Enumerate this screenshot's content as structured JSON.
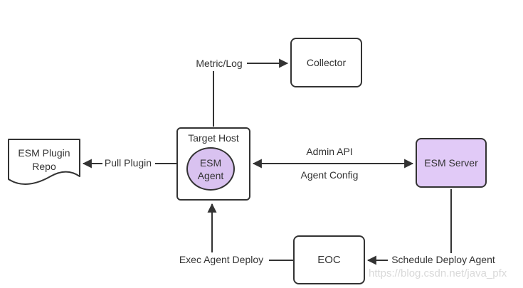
{
  "diagram": {
    "nodes": {
      "collector": {
        "label": "Collector"
      },
      "target_host": {
        "label": "Target Host"
      },
      "esm_agent": {
        "label": "ESM\nAgent"
      },
      "esm_plugin_repo": {
        "label": "ESM Plugin\nRepo"
      },
      "esm_server": {
        "label": "ESM Server"
      },
      "eoc": {
        "label": "EOC"
      }
    },
    "edges": {
      "metric_log": {
        "label": "Metric/Log"
      },
      "pull_plugin": {
        "label": "Pull Plugin"
      },
      "admin_api": {
        "label": "Admin API"
      },
      "agent_config": {
        "label": "Agent Config"
      },
      "exec_agent_deploy": {
        "label": "Exec Agent Deploy"
      },
      "schedule_deploy_agent": {
        "label": "Schedule Deploy Agent"
      }
    },
    "watermark": "https://blog.csdn.net/java_pfx",
    "colors": {
      "stroke": "#333333",
      "text": "#333333",
      "node_fill": "#ffffff",
      "server_fill": "#e1caf7",
      "agent_fill": "#d9c2f0",
      "watermark": "#d9d9d9"
    }
  }
}
